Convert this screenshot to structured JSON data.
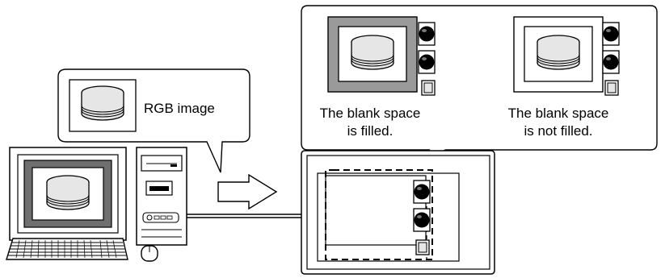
{
  "callout_left": {
    "label": "RGB image"
  },
  "callout_right": {
    "filled_caption": [
      "The blank space",
      "is filled."
    ],
    "not_filled_caption": [
      "The blank space",
      "is not filled."
    ]
  },
  "icons": {
    "computer": "desktop-computer-icon",
    "tower": "pc-tower-icon",
    "keyboard": "keyboard-icon",
    "mouse": "mouse-icon",
    "arrow": "right-arrow-icon",
    "display": "touch-panel-display-icon",
    "image": "cylinder-image-icon",
    "button": "round-black-button-icon"
  },
  "colors": {
    "stroke": "#000000",
    "fill_gray": "#9a9a9a",
    "fill_light": "#e6e6e6"
  }
}
